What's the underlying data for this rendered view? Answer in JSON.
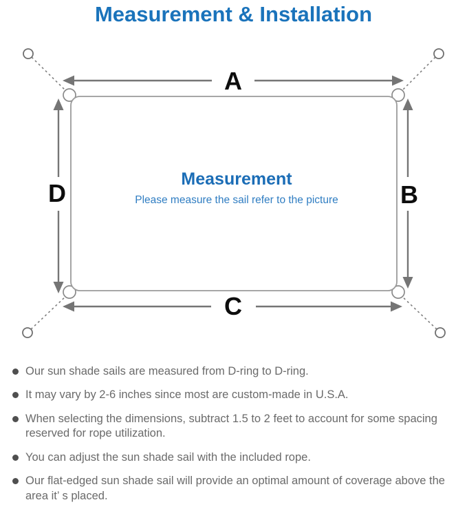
{
  "title": "Measurement & Installation",
  "diagram": {
    "labels": {
      "top": "A",
      "right": "B",
      "bottom": "C",
      "left": "D"
    },
    "center_title": "Measurement",
    "center_subtitle": "Please measure the sail refer to the picture"
  },
  "notes": [
    "Our sun shade sails are measured from D-ring to D-ring.",
    "It may vary by 2-6 inches since most are custom-made in U.S.A.",
    "When selecting the dimensions, subtract 1.5 to 2 feet to account for some spacing reserved for rope utilization.",
    "You can adjust the sun shade sail with the included rope.",
    "Our flat-edged sun shade sail will provide an optimal amount of coverage above the area it’ s placed."
  ],
  "colors": {
    "title_blue": "#1a73bb",
    "center_title_blue": "#1b6db6",
    "subtitle_blue": "#2f7dc2",
    "dimension_label_black": "#0d0d0d",
    "line_gray": "#757575",
    "sail_outline_gray": "#9b9b9b",
    "note_text_gray": "#6a6a6a"
  }
}
